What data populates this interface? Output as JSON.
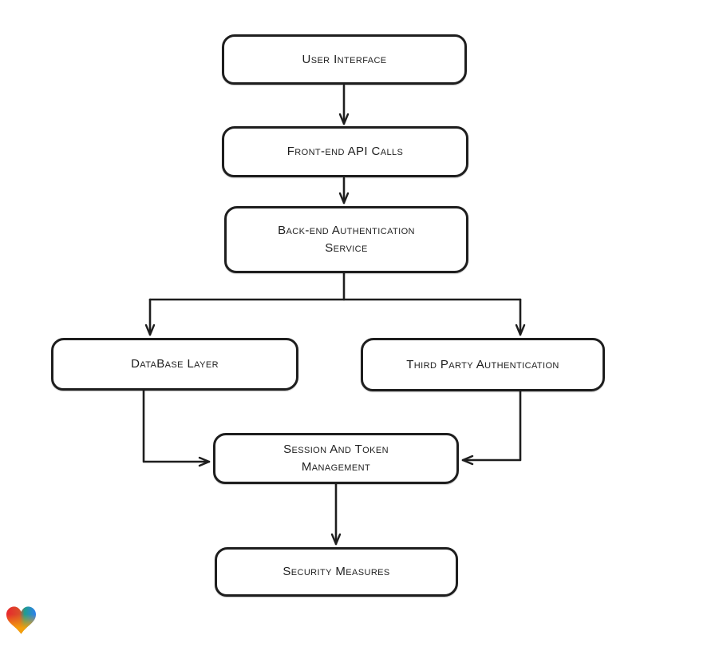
{
  "canvas": {
    "background_color": "#ffffff",
    "stroke_color": "#1e1e1e",
    "node_fill_color": "#ffffff"
  },
  "diagram": {
    "nodes": [
      {
        "id": "user-interface",
        "label": "User Interface"
      },
      {
        "id": "front-end-api-calls",
        "label": "Front-end API Calls"
      },
      {
        "id": "back-end-auth-service",
        "label": "Back-end Authentication\nService"
      },
      {
        "id": "database-layer",
        "label": "DataBase Layer"
      },
      {
        "id": "third-party-auth",
        "label": "Third Party Authentication"
      },
      {
        "id": "session-token-mgmt",
        "label": "Session And Token\nManagement"
      },
      {
        "id": "security-measures",
        "label": "Security Measures"
      }
    ],
    "edges": [
      {
        "from": "user-interface",
        "to": "front-end-api-calls"
      },
      {
        "from": "front-end-api-calls",
        "to": "back-end-auth-service"
      },
      {
        "from": "back-end-auth-service",
        "to": "database-layer"
      },
      {
        "from": "back-end-auth-service",
        "to": "third-party-auth"
      },
      {
        "from": "database-layer",
        "to": "session-token-mgmt"
      },
      {
        "from": "third-party-auth",
        "to": "session-token-mgmt"
      },
      {
        "from": "session-token-mgmt",
        "to": "security-measures"
      }
    ]
  },
  "branding": {
    "logo": "heart-gradient-logo",
    "logo_colors": {
      "red": "#e8262d",
      "orange": "#f59f0a",
      "teal": "#1e9e8e",
      "blue": "#2f7ff0"
    }
  }
}
